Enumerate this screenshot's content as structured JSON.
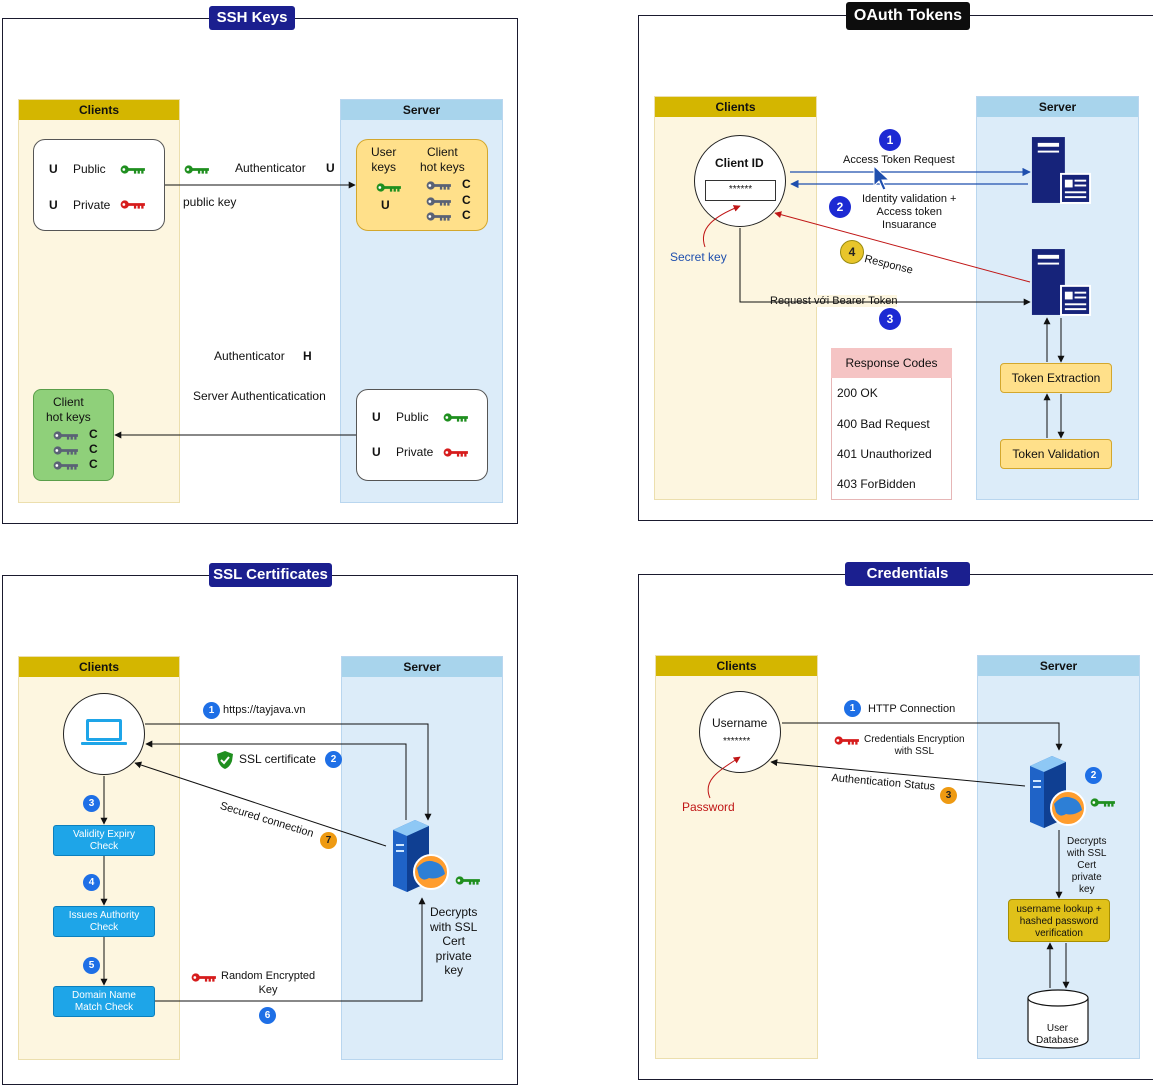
{
  "ssh": {
    "title": "SSH Keys",
    "clients_header": "Clients",
    "server_header": "Server",
    "client_keys": {
      "public_prefix": "U",
      "public_label": "Public",
      "private_prefix": "U",
      "private_label": "Private"
    },
    "auth_label": "Authenticator",
    "auth_u": "U",
    "public_key_label": "public key",
    "server_keys": {
      "user_keys": "User\nkeys",
      "client_hot_keys": "Client\nhot keys",
      "u": "U",
      "c1": "C",
      "c2": "C",
      "c3": "C"
    },
    "auth_h_label": "Authenticator",
    "auth_h": "H",
    "server_auth_label": "Server Authenticatication",
    "client_hot": {
      "label": "Client\nhot keys",
      "c1": "C",
      "c2": "C",
      "c3": "C"
    },
    "server_keys_bottom": {
      "public_prefix": "U",
      "public_label": "Public",
      "private_prefix": "U",
      "private_label": "Private"
    }
  },
  "oauth": {
    "title": "OAuth Tokens",
    "clients_header": "Clients",
    "server_header": "Server",
    "client_id": "Client ID",
    "client_secret_mask": "******",
    "step1": "1",
    "access_token_request": "Access Token Request",
    "step2": "2",
    "identity_validation": "Identity validation +\nAccess token\nInsuarance",
    "secret_key": "Secret key",
    "step4": "4",
    "response": "Response",
    "request_bearer": "Request với Bearer Token",
    "step3": "3",
    "response_codes": {
      "header": "Response Codes",
      "items": [
        "200 OK",
        "400 Bad Request",
        "401 Unauthorized",
        "403 ForBidden"
      ]
    },
    "token_extraction": "Token Extraction",
    "token_validation": "Token Validation"
  },
  "ssl": {
    "title": "SSL Certificates",
    "clients_header": "Clients",
    "server_header": "Server",
    "step1": "1",
    "url": "https://tayjava.vn",
    "ssl_certificate": "SSL certificate",
    "step2": "2",
    "secured_connection": "Secured connection",
    "step7": "7",
    "step3": "3",
    "validity_check": "Validity Expiry\nCheck",
    "step4": "4",
    "issues_check": "Issues Authority\nCheck",
    "step5": "5",
    "domain_check": "Domain Name\nMatch Check",
    "random_key": "Random Encrypted\nKey",
    "step6": "6",
    "decrypts": "Decrypts\nwith SSL\nCert\nprivate\nkey"
  },
  "cred": {
    "title": "Credentials",
    "clients_header": "Clients",
    "server_header": "Server",
    "username": "Username",
    "password_mask": "*******",
    "password_label": "Password",
    "step1": "1",
    "http_connection": "HTTP Connection",
    "encryption": "Credentials Encryption\nwith SSL",
    "auth_status": "Authentication Status",
    "step3": "3",
    "step2": "2",
    "decrypts": "Decrypts\nwith SSL\nCert\nprivate\nkey",
    "lookup": "username lookup +\nhashed password\nverification",
    "database": "User\nDatabase"
  },
  "colors": {
    "title_blue": "#1b1f8f",
    "key_green": "#1f8f1f",
    "key_red": "#d61c1c",
    "server_navy": "#16237a"
  }
}
